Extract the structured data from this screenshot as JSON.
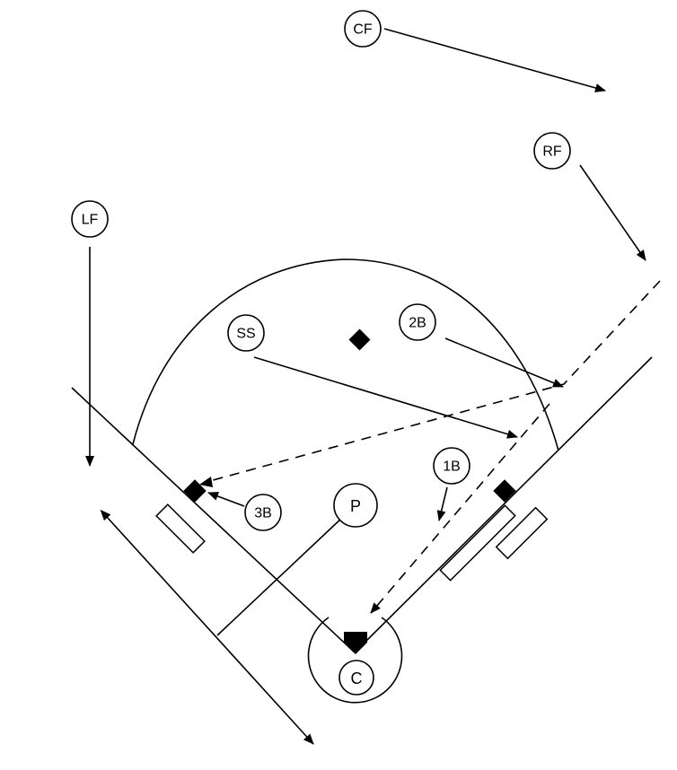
{
  "positions": {
    "cf": "CF",
    "rf": "RF",
    "lf": "LF",
    "ss": "SS",
    "second_base": "2B",
    "first_base": "1B",
    "third_base": "3B",
    "pitcher": "P",
    "catcher": "C"
  }
}
